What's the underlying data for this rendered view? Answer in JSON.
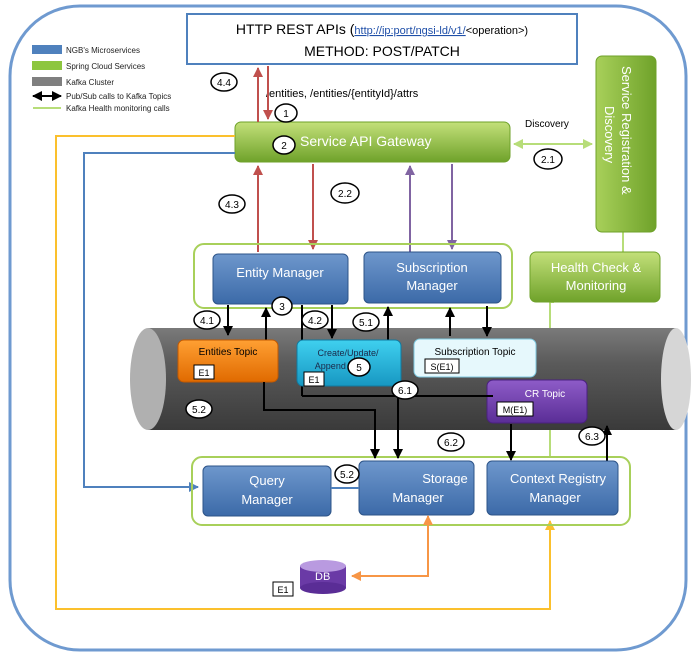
{
  "api": {
    "line1_prefix": "HTTP REST APIs (",
    "url": "http://ip:port/ngsi-ld/v1/",
    "line1_suffix": "<operation>)",
    "line2": "METHOD: POST/PATCH",
    "path": "/entities, /entities/{entityId}/attrs"
  },
  "legend": {
    "items": [
      {
        "label": "NGB's Microservices",
        "color": "#4f81bd"
      },
      {
        "label": "Spring Cloud Services",
        "color": "#8dc63f"
      },
      {
        "label": "Kafka Cluster",
        "color": "#7f7f7f"
      },
      {
        "label": "Pub/Sub calls to Kafka Topics",
        "color": "#000000"
      },
      {
        "label": "Kafka Health monitoring calls",
        "color": "#b7dd79"
      }
    ]
  },
  "components": {
    "gateway": "Service API Gateway",
    "service_registry_line1": "Service Registration &",
    "service_registry_line2": "Discovery",
    "health_line1": "Health Check &",
    "health_line2": "Monitoring",
    "entity_manager": "Entity Manager",
    "subscription_manager_line1": "Subscription",
    "subscription_manager_line2": "Manager",
    "query_manager_line1": "Query",
    "query_manager_line2": "Manager",
    "storage_manager_line1": "Storage",
    "storage_manager_line2": "Manager",
    "context_registry_line1": "Context Registry",
    "context_registry_line2": "Manager",
    "db": "DB",
    "discovery": "Discovery"
  },
  "topics": {
    "entities": "Entities Topic",
    "create_line1": "Create/Update/",
    "create_line2": "Append Topic",
    "subscription": "Subscription Topic",
    "cr": "CR Topic"
  },
  "tags": {
    "entities": "E1",
    "create": "E1",
    "subscription": "S(E1)",
    "cr": "M(E1)",
    "db": "E1"
  },
  "steps": [
    "4.4",
    "1",
    "2",
    "2.1",
    "4.3",
    "2.2",
    "3",
    "4.1",
    "4.2",
    "5.1",
    "5",
    "6.1",
    "5.2",
    "6.2",
    "5.2",
    "6.3"
  ],
  "colors": {
    "microservice": "#4f81bd",
    "spring": "#8dc63f",
    "kafka": "#7f7f7f",
    "red_flow": "#c0504d",
    "purple_flow": "#8064a2",
    "yellow_flow": "#fbc02d",
    "blue_flow": "#4f81bd",
    "orange_flow": "#f79646",
    "health_flow": "#b7dd79"
  }
}
